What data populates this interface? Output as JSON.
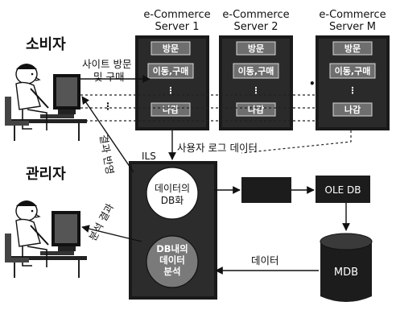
{
  "actors": {
    "consumer": "소비자",
    "admin": "관리자"
  },
  "servers": [
    {
      "title_line1": "e-Commerce",
      "title_line2": "Server 1"
    },
    {
      "title_line1": "e-Commerce",
      "title_line2": "Server 2"
    },
    {
      "title_line1": "e-Commerce",
      "title_line2": "Server M"
    }
  ],
  "server_buttons": {
    "visit": "방문",
    "browse_buy": "이동,구매",
    "exit": "나감",
    "dots": "⋮"
  },
  "ellipsis": "• • •",
  "labels": {
    "site_visit_line1": "사이트 방문",
    "site_visit_line2": "및 구매",
    "user_log_data": "사용자 로그 데이터",
    "result_feedback": "결과 반영",
    "analysis_result": "분석 결과",
    "data": "데이터",
    "ils": "ILS"
  },
  "ils_box": {
    "db_line1": "데이터의",
    "db_line2": "DB화",
    "analysis_line1": "DB내의",
    "analysis_line2": "데이터",
    "analysis_line3": "분석"
  },
  "right_chain": {
    "ole_db": "OLE DB",
    "mdb": "MDB"
  }
}
